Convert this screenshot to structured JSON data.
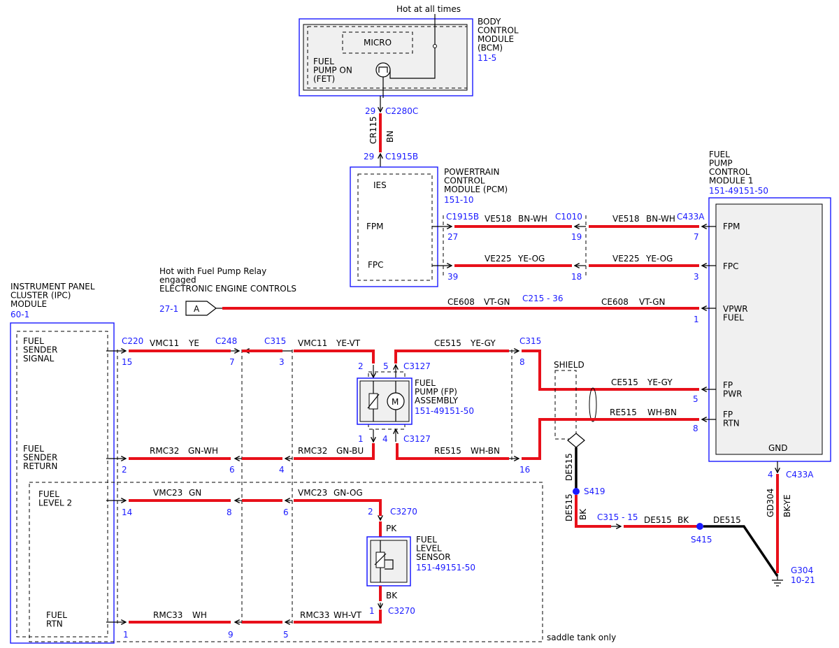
{
  "colors": {
    "wire": "#e8101a",
    "module_border": "#1a1aff",
    "ref_text": "#1a1aff",
    "ground_wire": "#000000"
  },
  "bcm": {
    "name": "BODY\nCONTROL\nMODULE\n(BCM)",
    "ref": "11-5",
    "hot_label": "Hot at all times",
    "micro": "MICRO",
    "fet_label": "FUEL\nPUMP ON\n(FET)"
  },
  "cr115": {
    "pin_top": "29",
    "conn_top": "C2280C",
    "circuit": "CR115",
    "color": "BN",
    "pin_bottom": "29",
    "conn_bottom": "C1915B"
  },
  "pcm": {
    "name": "POWERTRAIN\nCONTROL\nMODULE (PCM)",
    "ref": "151-10",
    "ies": "IES",
    "fpm": "FPM",
    "fpc": "FPC"
  },
  "fpcm": {
    "name": "FUEL\nPUMP\nCONTROL\nMODULE 1",
    "ref": "151-49151-50",
    "fpm": "FPM",
    "fpc": "FPC",
    "vpwr": "VPWR\nFUEL",
    "fp_pwr": "FP\nPWR",
    "fp_rtn": "FP\nRTN",
    "gnd": "GND"
  },
  "ve518": {
    "conn_pcm": "C1915B",
    "pin_pcm": "27",
    "circuit": "VE518",
    "color": "BN-WH",
    "conn_mid": "C1010",
    "pin_mid": "19",
    "conn_fpcm": "C433A",
    "pin_fpcm": "7"
  },
  "ve225": {
    "pin_pcm": "39",
    "circuit": "VE225",
    "color": "YE-OG",
    "pin_mid": "18",
    "pin_fpcm": "3"
  },
  "relay": {
    "text": "Hot with Fuel Pump Relay\nengaged\nELECTRONIC ENGINE CONTROLS",
    "ref": "27-1",
    "tag": "A"
  },
  "ce608": {
    "circuit": "CE608",
    "color": "VT-GN",
    "conn": "C215 - 36",
    "pin": "1"
  },
  "ipc": {
    "name": "INSTRUMENT PANEL\nCLUSTER (IPC)\nMODULE",
    "ref": "60-1",
    "fuel_sender_signal": "FUEL\nSENDER\nSIGNAL",
    "fuel_sender_return": "FUEL\nSENDER\nRETURN",
    "fuel_level2": "FUEL\nLEVEL 2",
    "fuel_rtn": "FUEL\nRTN"
  },
  "vmc11": {
    "conn_ipc": "C220",
    "pin_ipc": "15",
    "circuit": "VMC11",
    "color1": "YE",
    "conn_c248": "C248",
    "pin_c248": "7",
    "conn_c315": "C315",
    "pin_c315": "3",
    "color2": "YE-VT"
  },
  "fp_assembly": {
    "name": "FUEL\nPUMP (FP)\nASSEMBLY",
    "ref": "151-49151-50",
    "motor": "M",
    "pin2": "2",
    "pin5": "5",
    "conn_top": "C3127",
    "pin1": "1",
    "pin4": "4",
    "conn_bottom": "C3127"
  },
  "ce515": {
    "circuit": "CE515",
    "color": "YE-GY",
    "conn": "C315",
    "pin": "8",
    "pin_fpcm": "5"
  },
  "shield": "SHIELD",
  "re515": {
    "circuit": "RE515",
    "color": "WH-BN",
    "pin_fpcm": "8",
    "pin_c315": "16"
  },
  "rmc32": {
    "pin_ipc": "2",
    "circuit": "RMC32",
    "color1": "GN-WH",
    "pin_c248": "6",
    "pin_c315": "4",
    "color2": "GN-BU"
  },
  "vmc23": {
    "pin_ipc": "14",
    "circuit": "VMC23",
    "color1": "GN",
    "pin_c248": "8",
    "pin_c315": "6",
    "color2": "GN-OG"
  },
  "level_sensor": {
    "name": "FUEL\nLEVEL\nSENSOR",
    "ref": "151-49151-50",
    "pin_top": "2",
    "conn_top": "C3270",
    "top_color": "PK",
    "bottom_color": "BK",
    "pin_bottom": "1",
    "conn_bottom": "C3270"
  },
  "rmc33": {
    "pin_ipc": "1",
    "circuit": "RMC33",
    "color1": "WH",
    "pin_c248": "9",
    "pin_c315": "5",
    "color2": "WH-VT"
  },
  "saddle": "saddle tank only",
  "ground": {
    "de515_vert": "DE515",
    "s419": "S419",
    "de515_bk": "DE515",
    "bk": "BK",
    "conn": "C315 - 15",
    "h_circuit": "DE515",
    "h_color": "BK",
    "s415": "S415",
    "black_circuit": "DE515",
    "gnd_pin": "4",
    "gnd_conn": "C433A",
    "gd_circuit": "GD304",
    "gd_color": "BK-YE",
    "g304": "G304",
    "g304_ref": "10-21"
  }
}
